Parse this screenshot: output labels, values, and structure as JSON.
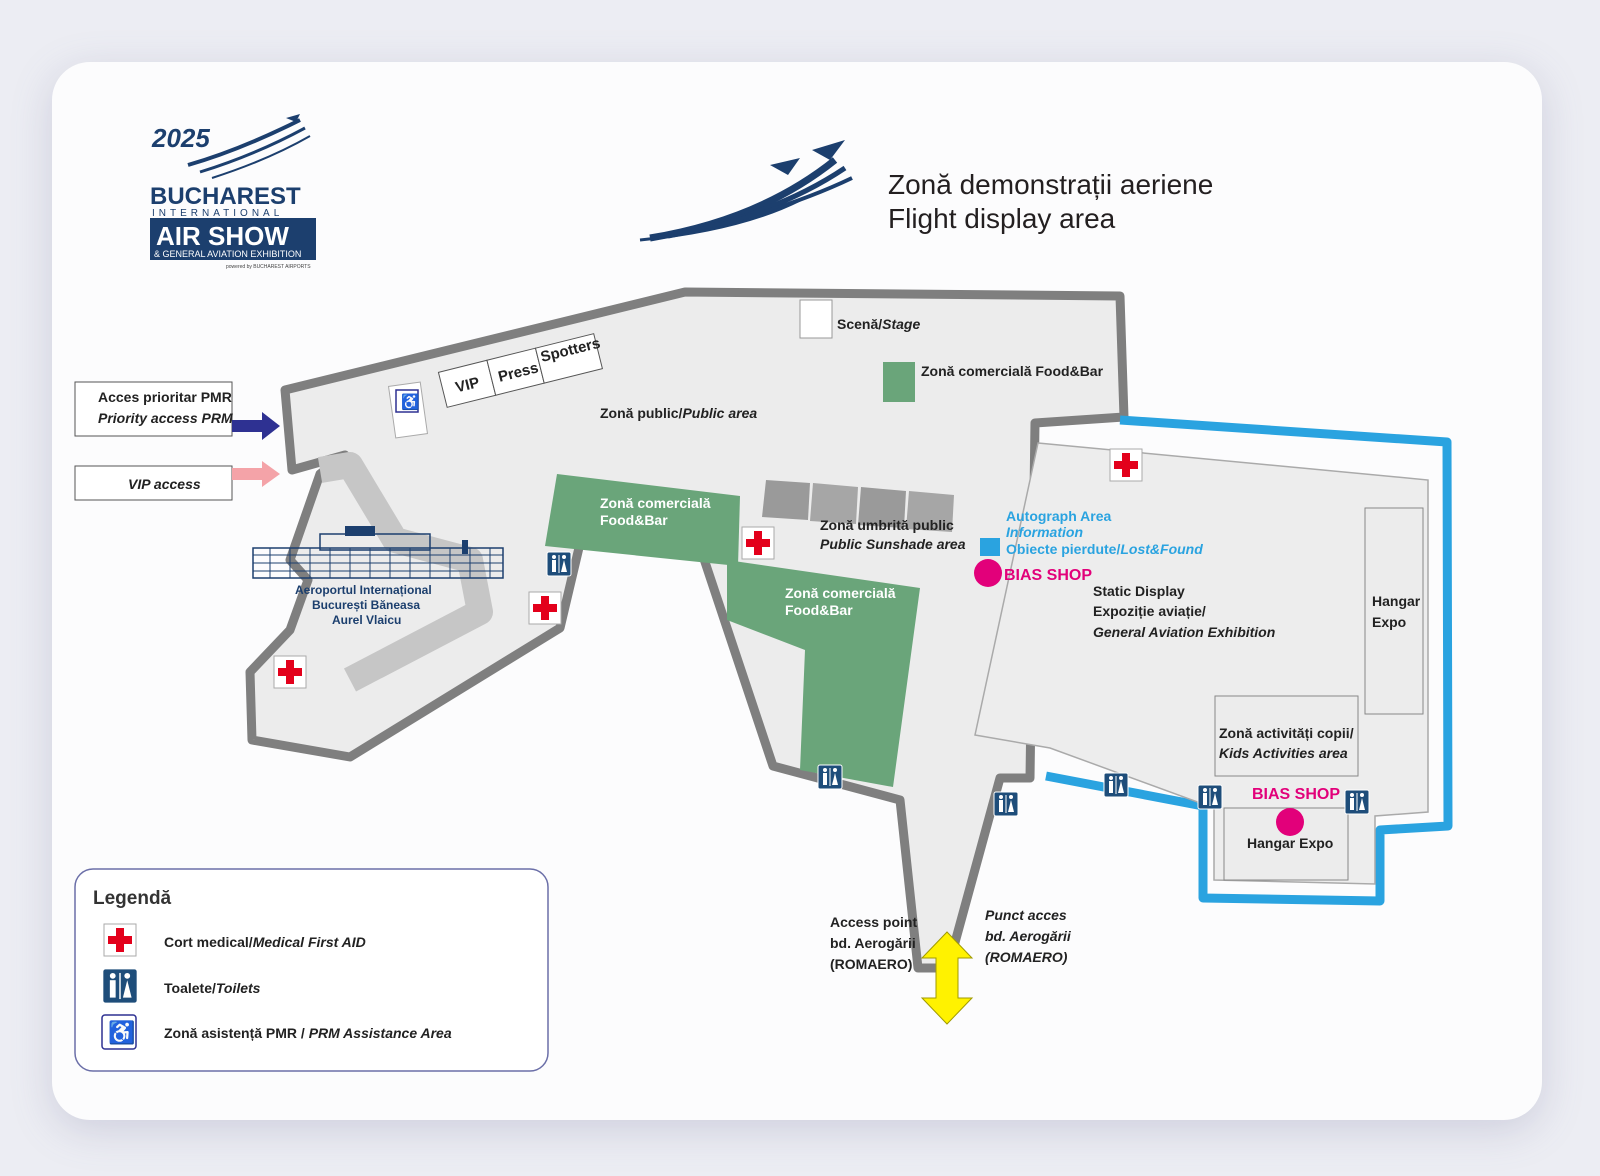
{
  "logo": {
    "year": "2025",
    "line1": "BUCHAREST",
    "line2": "INTERNATIONAL",
    "line3": "AIR SHOW",
    "line4": "& GENERAL AVIATION EXHIBITION",
    "line5": "powered by BUCHAREST AIRPORTS"
  },
  "flight_display": {
    "line1": "Zonă demonstrații aeriene",
    "line2": "Flight display area"
  },
  "access": {
    "prm_line1": "Acces prioritar PMR",
    "prm_line2": "Priority access PRM",
    "vip": "VIP access",
    "arrow_prm_color": "#2e3192",
    "arrow_vip_color": "#f4a3a8"
  },
  "zones": {
    "stage_ro": "Scenă/",
    "stage_en": "Stage",
    "vip": "VIP",
    "press": "Press",
    "spotters": "Spotters",
    "food_bar_top": "Zonă comercială Food&Bar",
    "public_ro": "Zonă public/",
    "public_en": "Public area",
    "food_left_1": "Zonă comercială",
    "food_left_2": "Food&Bar",
    "food_center_1": "Zonă comercială",
    "food_center_2": "Food&Bar",
    "sunshade_1": "Zonă umbrită public",
    "sunshade_2": "Public Sunshade area",
    "autograph": "Autograph Area",
    "information": "Information",
    "lost_ro": "Obiecte pierdute/",
    "lost_en": "Lost&Found",
    "bias_shop_1": "BIAS SHOP",
    "static_1": "Static Display",
    "static_2": "Expoziție aviație/",
    "static_3": "General Aviation Exhibition",
    "hangar_1": "Hangar",
    "hangar_2": "Expo",
    "kids_1": "Zonă activități copii/",
    "kids_2": "Kids Activities area",
    "bias_shop_2": "BIAS SHOP",
    "hangar_expo": "Hangar Expo",
    "airport_1": "Aeroportul Internațional",
    "airport_2": "București Băneasa",
    "airport_3": "Aurel Vlaicu",
    "access_point_1": "Access point",
    "access_point_2": "bd. Aerogării",
    "access_point_3": "(ROMAERO)",
    "punct_acces_1": "Punct acces",
    "punct_acces_2": "bd. Aerogării",
    "punct_acces_3": "(ROMAERO)"
  },
  "legend": {
    "title": "Legendă",
    "medical_ro": "Cort medical/",
    "medical_en": "Medical First AID",
    "toilets_ro": "Toalete/",
    "toilets_en": "Toilets",
    "prm_ro": "Zonă asistență PMR / ",
    "prm_en": "PRM Assistance Area"
  },
  "colors": {
    "brand_navy": "#1c3f6e",
    "food_green": "#6aa57a",
    "event_blue": "#2aa3e0",
    "shop_magenta": "#e2007a",
    "medical_red": "#e3001b",
    "access_yellow": "#fff200",
    "wall_gray": "#808080"
  }
}
